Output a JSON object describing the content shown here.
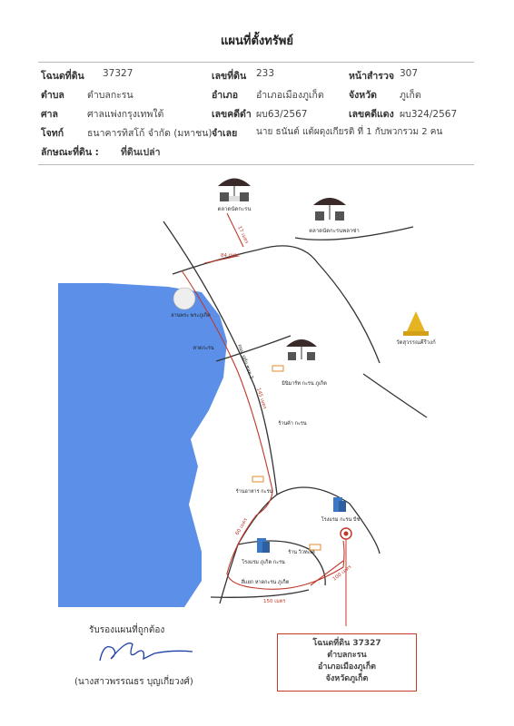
{
  "title": "แผนที่ตั้งทรัพย์",
  "fields": {
    "deed_label": "โฉนดที่ดิน",
    "deed_value": "37327",
    "landno_label": "เลขที่ดิน",
    "landno_value": "233",
    "survey_label": "หน้าสำรวจ",
    "survey_value": "307",
    "subdistrict_label": "ตำบล",
    "subdistrict_value": "ตำบลกะรน",
    "district_label": "อำเภอ",
    "district_value": "อำเภอเมืองภูเก็ต",
    "province_label": "จังหวัด",
    "province_value": "ภูเก็ต",
    "court_label": "ศาล",
    "court_value": "ศาลแพ่งกรุงเทพใต้",
    "black_case_label": "เลขคดีดำ",
    "black_case_value": "ผบ63/2567",
    "red_case_label": "เลขคดีแดง",
    "red_case_value": "ผบ324/2567",
    "plaintiff_label": "โจทก์",
    "plaintiff_value": "ธนาคารทิสโก้ จำกัด (มหาชน)",
    "defendant_label": "จำเลย",
    "defendant_value": "นาย ธนันต์ แต้ผดุงเกียรติ  ที่ 1  กับพวกรวม 2 คน",
    "land_type_label": "ลักษณะที่ดิน :",
    "land_type_value": "ที่ดินเปล่า"
  },
  "map": {
    "water_color": "#5b8fe8",
    "road_color": "#333333",
    "route_color": "#c0392b",
    "labels": {
      "market_top": "ตลาดนัดกะรน",
      "market_right": "ตลาดนัดกะรนพลาซ่า",
      "golf": "ลานพระ พระภูเก็ต",
      "beach": "หาดกะรน",
      "temple": "วัดสุวรรณคีรีวงก์",
      "road_main": "ถนน ปฏัก ซอย 2",
      "shop1": "มินิมาร์ท กะรน ภูเก็ต",
      "shop2": "ร้านค้า กะรน",
      "shop3": "ร้านอาหาร กะรน",
      "hotel1": "โรงแรม กะรน บีช",
      "hotel2": "โรงแรม ภูเก็ต กะรน",
      "shop4": "ร้าน วิวทะเล",
      "intersection": "สี่แยก หาดกะรน ภูเก็ต",
      "dist1": "17 เมตร",
      "dist2": "84 เมตร",
      "dist3": "145 เมตร",
      "dist4": "60 เมตร",
      "dist5": "100 เมตร",
      "dist6": "150 เมตร"
    },
    "target_box": [
      "โฉนดที่ดิน 37327",
      "ตำบลกะรน",
      "อำเภอเมืองภูเก็ต",
      "จังหวัดภูเก็ต"
    ]
  },
  "signature": {
    "caption": "รับรองแผนที่ถูกต้อง",
    "name": "(นางสาวพรรณธร  บุญเกี่ยวงศ์)"
  }
}
